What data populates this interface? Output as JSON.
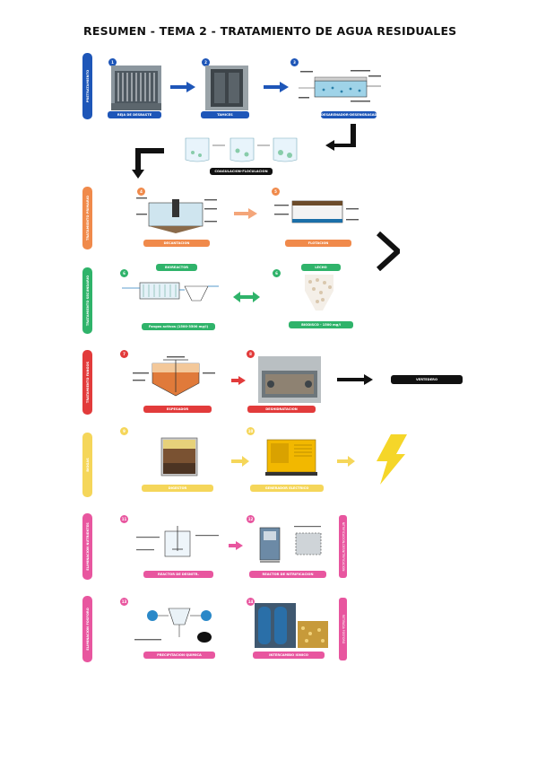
{
  "title": "RESUMEN - TEMA 2 - TRATAMIENTO DE AGUA RESIDUALES",
  "colors": {
    "blue": "#1e56b8",
    "orange": "#f08a4b",
    "green": "#2fb36a",
    "red": "#e23b3b",
    "yellow": "#f5d65a",
    "pink": "#e8569f",
    "black": "#111111"
  },
  "sections": [
    {
      "id": "pretratamiento",
      "band_label": "PRETRATAMIENTO",
      "color": "#1e56b8"
    },
    {
      "id": "tratamiento-primario",
      "band_label": "TRATAMIENTO PRIMARIO",
      "color": "#f08a4b"
    },
    {
      "id": "tratamiento-secundario",
      "band_label": "TRATAMIENTO SECUNDARIO",
      "color": "#2fb36a"
    },
    {
      "id": "tratamiento-fangos",
      "band_label": "TRATAMIENTO FANGOS",
      "color": "#e23b3b"
    },
    {
      "id": "biogas",
      "band_label": "BIOGAS",
      "color": "#f5d65a"
    },
    {
      "id": "eliminacion-nutrientes",
      "band_label": "ELIMINACION NUTRIENTES",
      "color": "#e8569f"
    },
    {
      "id": "eliminacion-fosforo",
      "band_label": "ELIMINACION FOSFORO",
      "color": "#e8569f"
    }
  ],
  "steps": {
    "s1": {
      "num": "1",
      "label": "REJA DE DESBASTE"
    },
    "s2": {
      "num": "2",
      "label": "TAMICES"
    },
    "s3": {
      "num": "3",
      "label": "DESARENADOR-DESENGRASADOR"
    },
    "s3b": {
      "label": "COAGULACION-FLOCULACION"
    },
    "s4": {
      "num": "4",
      "label": "DECANTACION"
    },
    "s5": {
      "num": "5",
      "label": "FLOTACION"
    },
    "s6": {
      "num": "6",
      "tag": "BIOREACTOR",
      "label": "Fangos activos (1500-3500 mg/l)"
    },
    "s6b": {
      "num": "6",
      "tag": "LECHO",
      "label": "BIODISCO - 1500 mg/l"
    },
    "s7": {
      "num": "7",
      "label": "ESPESADOR"
    },
    "s8": {
      "num": "8",
      "label": "DESHIDRATACION"
    },
    "s8b": {
      "label": "VERTEDERO"
    },
    "s9": {
      "num": "9",
      "label": "DIGESTOR"
    },
    "s10": {
      "num": "10",
      "label": "GENERADOR ELECTRICO"
    },
    "s11": {
      "num": "11",
      "label": "REACTOR DE DESNITR."
    },
    "s12": {
      "num": "12",
      "label": "REACTOR DE NITRIFICACION"
    },
    "s13": {
      "num": "13",
      "label": "PRECIPITACION QUIMICA"
    },
    "s14": {
      "num": "14",
      "label": "INTERCAMBIO IONICO"
    },
    "right_tab_1": "NITRIFICACION-DESNITRIFICACION",
    "right_tab_2": "RETIRADA FOSFORO"
  }
}
